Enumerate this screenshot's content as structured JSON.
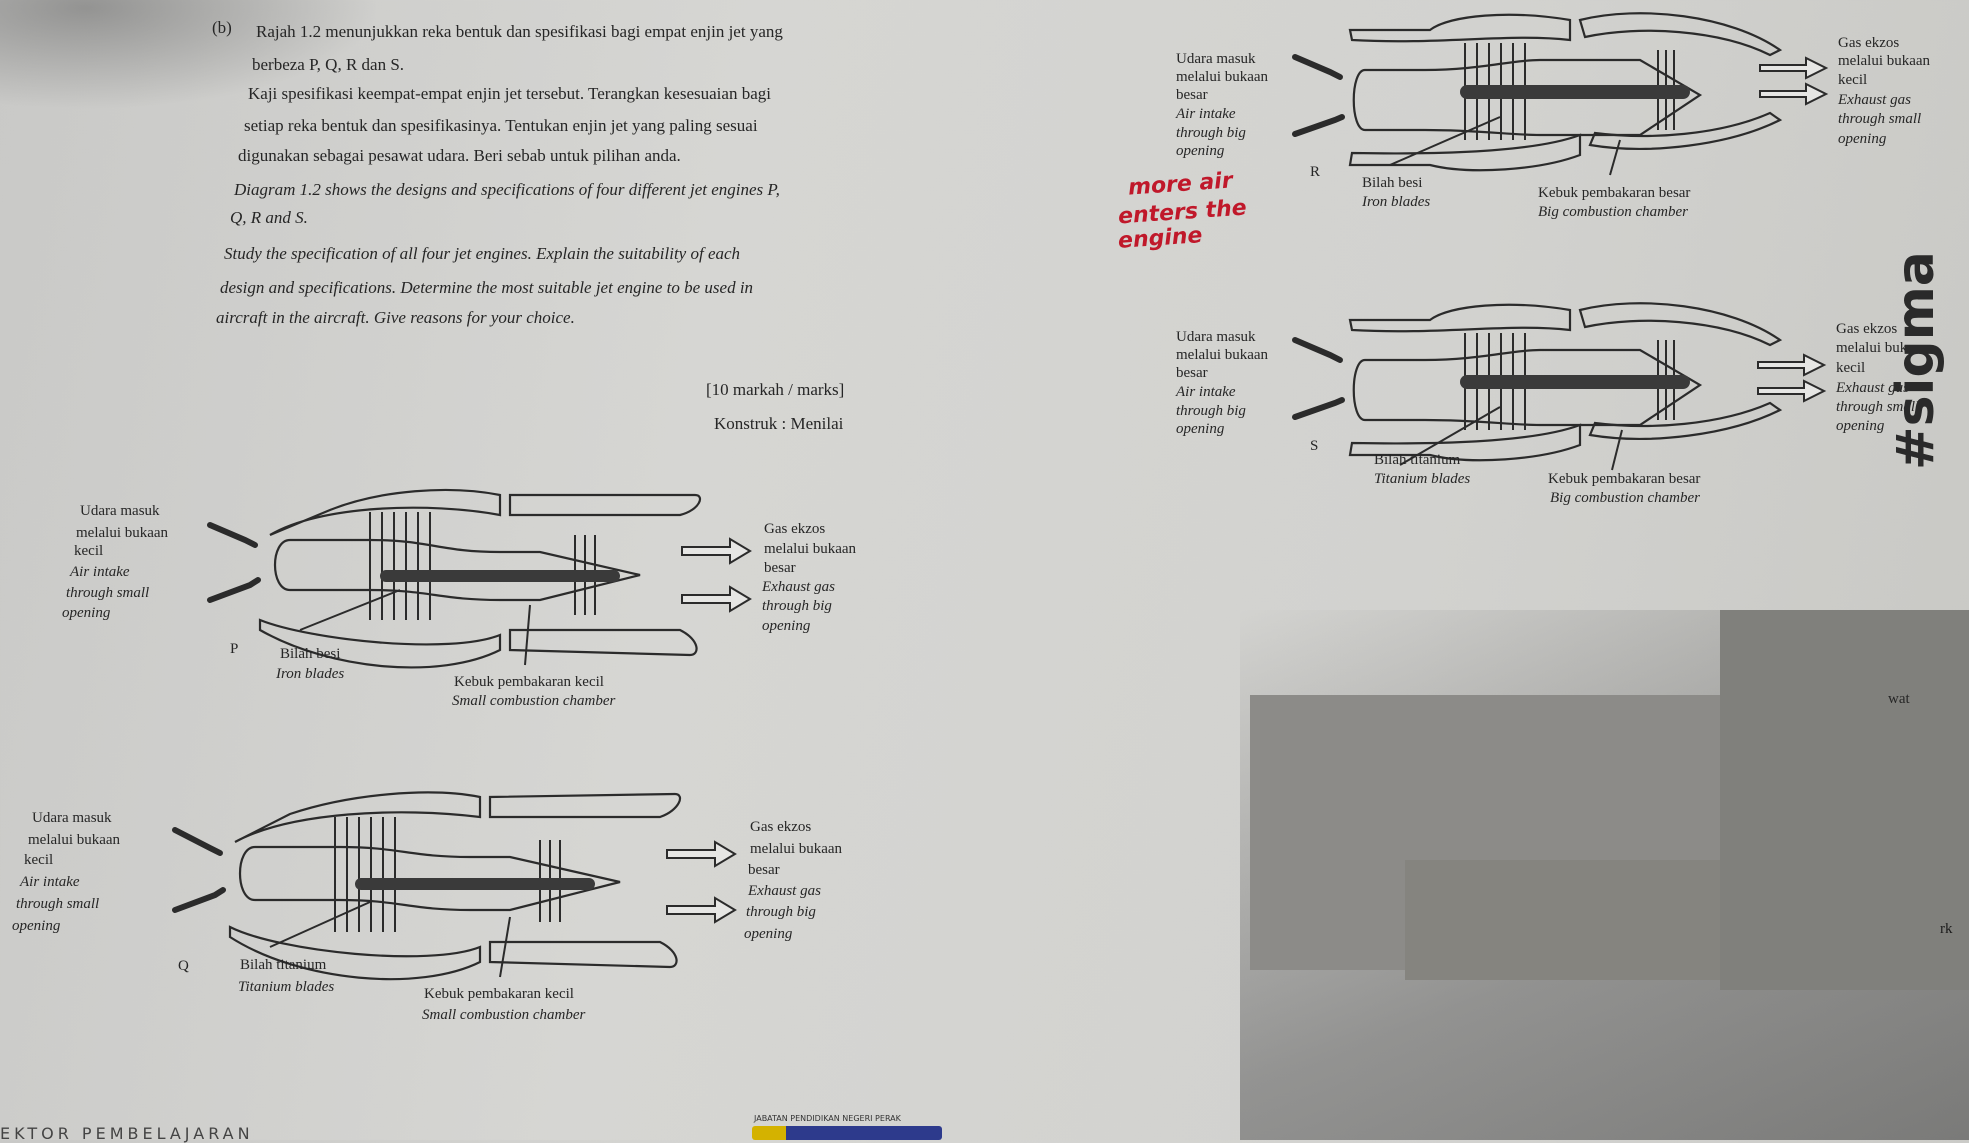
{
  "question": {
    "part": "(b)",
    "malay_lines": [
      "Rajah 1.2 menunjukkan reka bentuk dan spesifikasi bagi empat enjin jet yang",
      "berbeza P, Q, R dan S.",
      "Kaji spesifikasi keempat-empat enjin jet tersebut. Terangkan kesesuaian bagi",
      "setiap reka bentuk dan spesifikasinya. Tentukan enjin jet yang paling sesuai",
      "digunakan sebagai pesawat udara. Beri sebab untuk pilihan anda."
    ],
    "english_lines": [
      "Diagram 1.2 shows the designs and specifications of four different jet engines P,",
      "Q, R and S.",
      "Study the specification of all four jet engines. Explain the suitability of each",
      "design and specifications. Determine the most suitable jet engine to be used in",
      "aircraft in the aircraft. Give reasons for your choice."
    ],
    "marks": "[10 markah / marks]",
    "construct": "Konstruk : Menilai"
  },
  "engines": {
    "P": {
      "letter": "P",
      "intake": [
        "Udara masuk",
        "melalui bukaan",
        "kecil",
        "Air intake",
        "through small",
        "opening"
      ],
      "exhaust": [
        "Gas ekzos",
        "melalui bukaan",
        "besar",
        "Exhaust gas",
        "through big",
        "opening"
      ],
      "blades": [
        "Bilah besi",
        "Iron blades"
      ],
      "chamber": [
        "Kebuk pembakaran kecil",
        "Small combustion chamber"
      ]
    },
    "Q": {
      "letter": "Q",
      "intake": [
        "Udara masuk",
        "melalui bukaan",
        "kecil",
        "Air intake",
        "through small",
        "opening"
      ],
      "exhaust": [
        "Gas ekzos",
        "melalui bukaan",
        "besar",
        "Exhaust gas",
        "through big",
        "opening"
      ],
      "blades": [
        "Bilah titanium",
        "Titanium blades"
      ],
      "chamber": [
        "Kebuk pembakaran kecil",
        "Small combustion chamber"
      ]
    },
    "R": {
      "letter": "R",
      "intake": [
        "Udara masuk",
        "melalui bukaan",
        "besar",
        "Air intake",
        "through big",
        "opening"
      ],
      "exhaust": [
        "Gas ekzos",
        "melalui bukaan",
        "kecil",
        "Exhaust gas",
        "through small",
        "opening"
      ],
      "blades": [
        "Bilah besi",
        "Iron blades"
      ],
      "chamber": [
        "Kebuk pembakaran besar",
        "Big combustion chamber"
      ]
    },
    "S": {
      "letter": "S",
      "intake": [
        "Udara masuk",
        "melalui bukaan",
        "besar",
        "Air intake",
        "through big",
        "opening"
      ],
      "exhaust": [
        "Gas ekzos",
        "melalui bukaan",
        "kecil",
        "Exhaust gas",
        "through small",
        "opening"
      ],
      "blades": [
        "Bilah titanium",
        "Titanium blades"
      ],
      "chamber": [
        "Kebuk pembakaran besar",
        "Big combustion chamber"
      ]
    }
  },
  "handwritten_note": [
    "more air",
    "enters the",
    "engine"
  ],
  "watermark": "#sigma",
  "edge_text": {
    "right_top": "wat",
    "right_bottom": "rk"
  },
  "footer": {
    "left": "EKTOR PEMBELAJARAN",
    "center_small": "JABATAN PENDIDIKAN NEGERI PERAK"
  },
  "colors": {
    "ink": "#262626",
    "engine_fill": "#3a3a3a",
    "handwriting": "#c0182a"
  }
}
